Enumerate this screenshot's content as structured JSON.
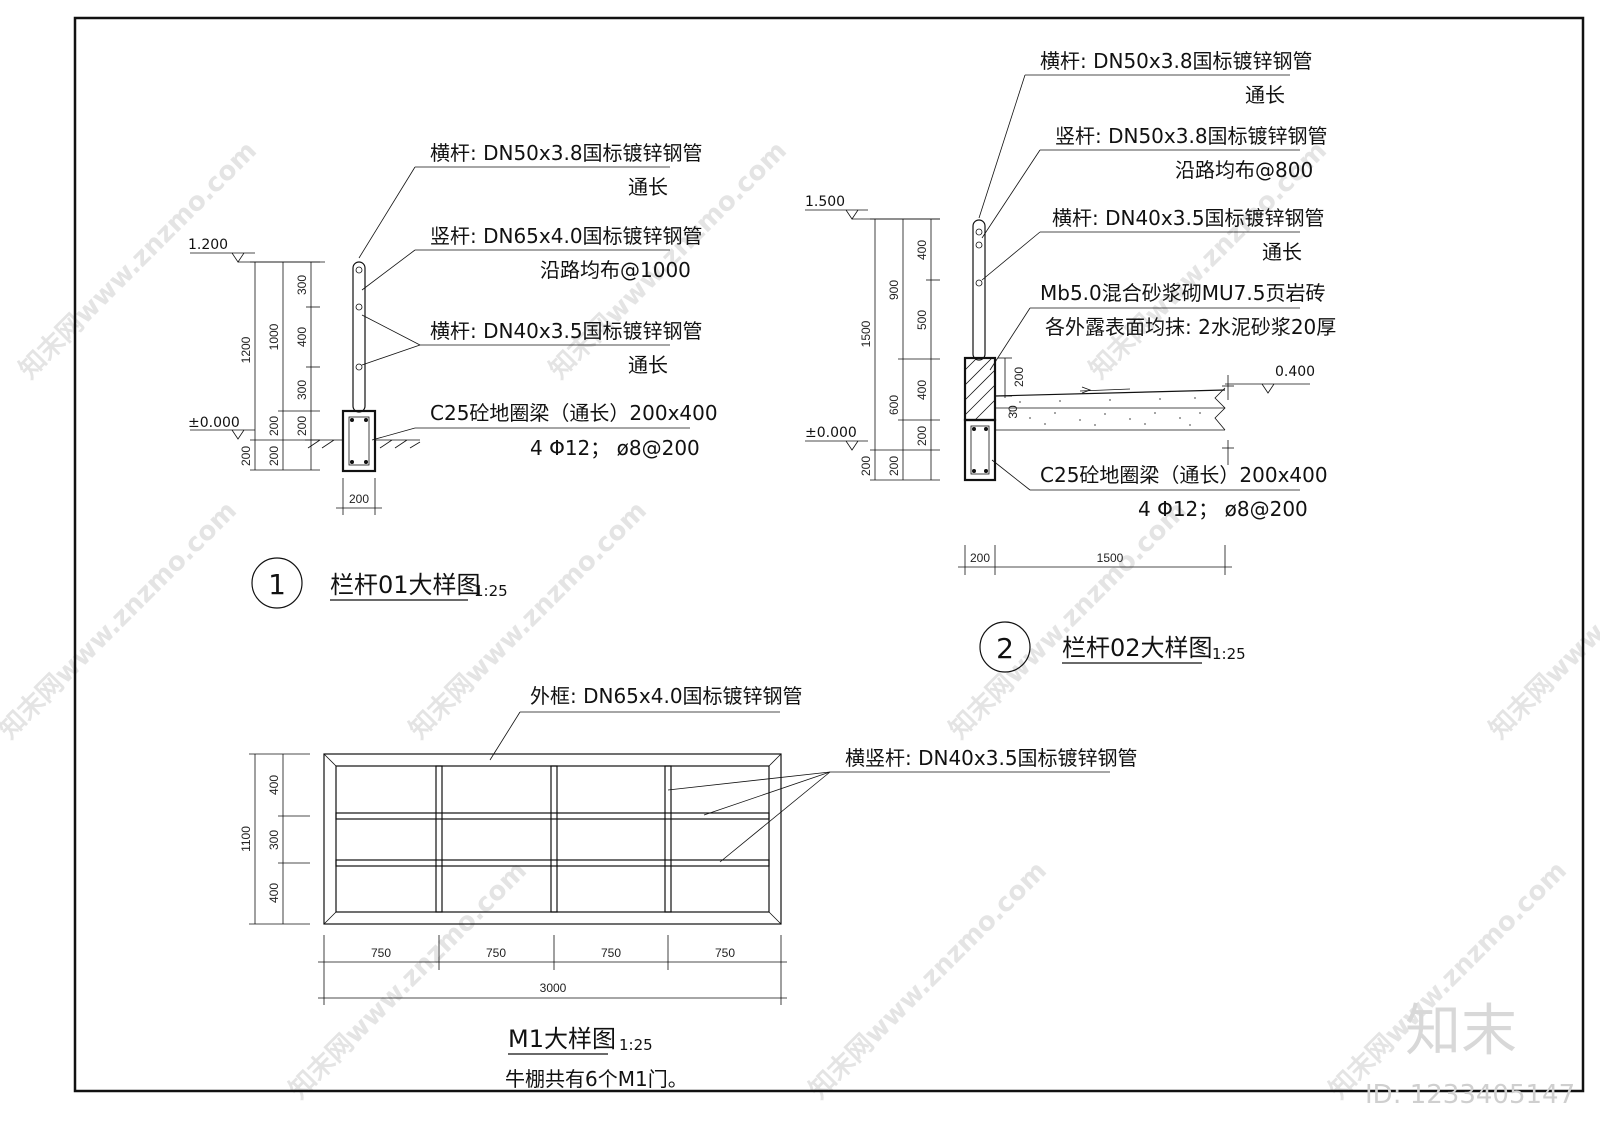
{
  "watermarks": {
    "site": "知末网www.znzmo.com",
    "logo": "知末",
    "id_label": "ID: 1233405147"
  },
  "detail1": {
    "number": "1",
    "title": "栏杆01大样图",
    "scale": "1:25",
    "level_top": "1.200",
    "level_ground": "±0.000",
    "dims_outer": [
      "1200",
      "200"
    ],
    "dims_mid": [
      "1000",
      "200",
      "200"
    ],
    "dims_inner": [
      "300",
      "400",
      "300",
      "200"
    ],
    "dim_width": "200",
    "notes": [
      {
        "line1": "横杆: DN50x3.8国标镀锌钢管",
        "line2": "通长"
      },
      {
        "line1": "竖杆: DN65x4.0国标镀锌钢管",
        "line2": "沿路均布@1000"
      },
      {
        "line1": "横杆: DN40x3.5国标镀锌钢管",
        "line2": "通长"
      },
      {
        "line1": "C25砼地圈梁（通长）200x400",
        "line2": "4 Φ12； ø8@200"
      }
    ]
  },
  "detail2": {
    "number": "2",
    "title": "栏杆02大样图",
    "scale": "1:25",
    "level_top": "1.500",
    "level_ground": "±0.000",
    "level_right": "0.400",
    "dims_outer": [
      "1500",
      "200"
    ],
    "dims_mid": [
      "900",
      "600",
      "200"
    ],
    "dims_inner": [
      "400",
      "500",
      "400",
      "200"
    ],
    "dim_wall": "200",
    "dim_slope": "30",
    "dims_bottom": [
      "200",
      "1500"
    ],
    "notes": [
      {
        "line1": "横杆: DN50x3.8国标镀锌钢管",
        "line2": "通长"
      },
      {
        "line1": "竖杆: DN50x3.8国标镀锌钢管",
        "line2": "沿路均布@800"
      },
      {
        "line1": "横杆: DN40x3.5国标镀锌钢管",
        "line2": "通长"
      },
      {
        "line1": "Mb5.0混合砂浆砌MU7.5页岩砖",
        "line2": "各外露表面均抹: 2水泥砂浆20厚"
      },
      {
        "line1": "C25砼地圈梁（通长）200x400",
        "line2": "4 Φ12； ø8@200"
      }
    ]
  },
  "detail3": {
    "title": "M1大样图",
    "scale": "1:25",
    "note": "牛棚共有6个M1门。",
    "label_frame": "外框: DN65x4.0国标镀锌钢管",
    "label_bars": "横竖杆: DN40x3.5国标镀锌钢管",
    "dims_height": [
      "1100",
      "400",
      "300",
      "400"
    ],
    "dims_width": [
      "750",
      "750",
      "750",
      "750"
    ],
    "dim_total": "3000"
  }
}
